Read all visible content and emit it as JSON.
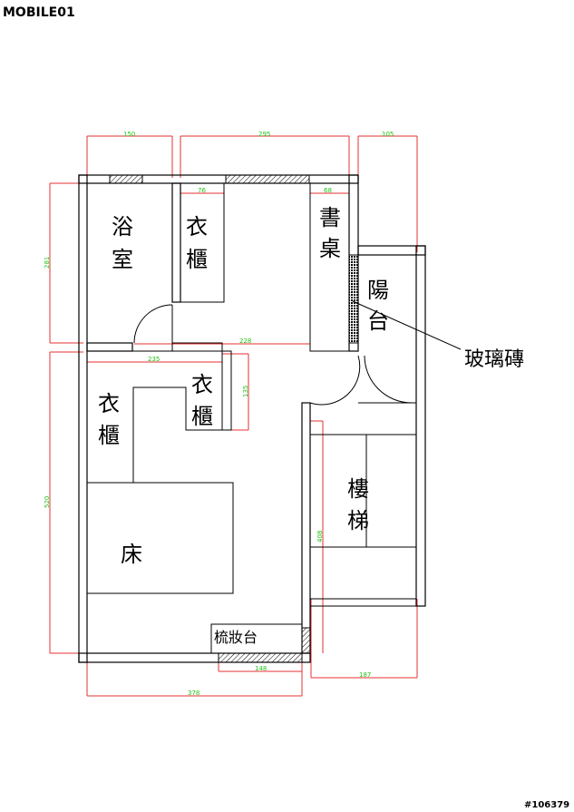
{
  "watermark": {
    "logo_text": "MOBILE01",
    "image_number": "#106379"
  },
  "rooms": {
    "bathroom": [
      "浴",
      "室"
    ],
    "wardrobe_top": [
      "衣",
      "櫃"
    ],
    "desk": [
      "書",
      "桌"
    ],
    "balcony": [
      "陽",
      "台"
    ],
    "wardrobe_left": [
      "衣",
      "櫃"
    ],
    "wardrobe_mid": [
      "衣",
      "櫃"
    ],
    "stairs": [
      "樓",
      "梯"
    ],
    "bed": "床",
    "vanity": "梳妝台"
  },
  "callouts": {
    "glass_brick": "玻璃磚"
  },
  "dimensions": {
    "top_left": "150",
    "top_mid": "295",
    "top_right": "105",
    "wardrobe_top_width": "76",
    "desk_width": "68",
    "left_upper_height": "281",
    "left_lower_height": "520",
    "bedroom_top": "235",
    "corridor_top": "228",
    "wardrobe_mid_height": "135",
    "stairs_height": "408",
    "vanity_width": "148",
    "bottom_right": "187",
    "bottom_total": "378"
  },
  "colors": {
    "dimension_line": "#e53030",
    "dimension_text": "#22c41a",
    "walls": "#000000"
  }
}
